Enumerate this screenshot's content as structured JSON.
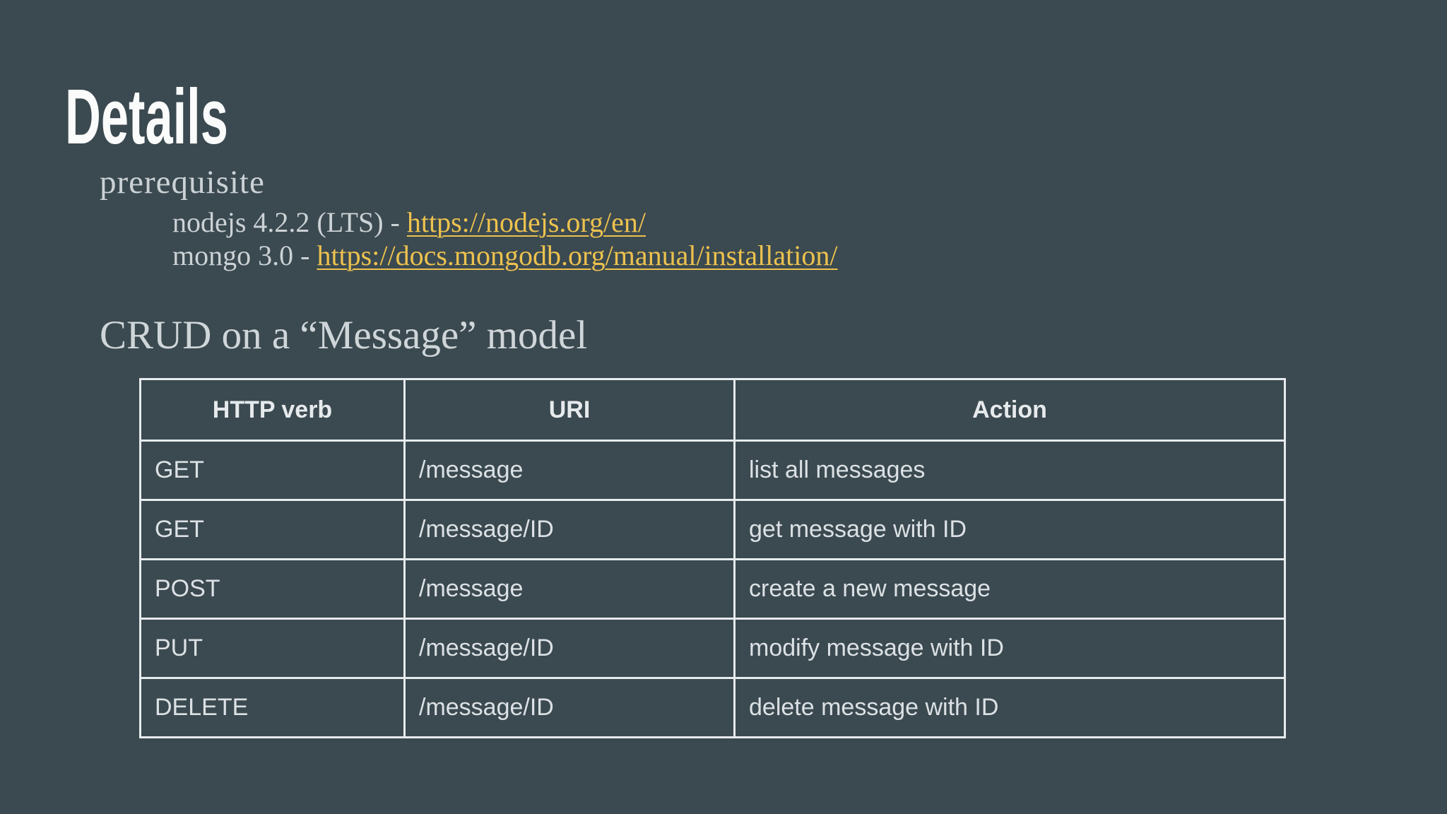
{
  "slide": {
    "title": "Details",
    "prerequisite_label": "prerequisite",
    "items": [
      {
        "text": "nodejs 4.2.2 (LTS) - ",
        "link": "https://nodejs.org/en/"
      },
      {
        "text": "mongo 3.0 - ",
        "link": "https://docs.mongodb.org/manual/installation/"
      }
    ],
    "section_heading": "CRUD on a “Message” model",
    "table": {
      "headers": [
        "HTTP verb",
        "URI",
        "Action"
      ],
      "rows": [
        [
          "GET",
          "/message",
          "list all messages"
        ],
        [
          "GET",
          "/message/ID",
          "get message with ID"
        ],
        [
          "POST",
          "/message",
          "create a new message"
        ],
        [
          "PUT",
          "/message/ID",
          "modify message with ID"
        ],
        [
          "DELETE",
          "/message/ID",
          "delete message with ID"
        ]
      ]
    },
    "colors": {
      "background": "#3B4950",
      "title_text": "#FAFBFB",
      "body_text": "#CBD2D5",
      "link": "#EDC24E",
      "table_border": "#E6EBEE",
      "table_header_text": "#E6EAEC",
      "table_cell_text": "#DBE1E4"
    }
  }
}
